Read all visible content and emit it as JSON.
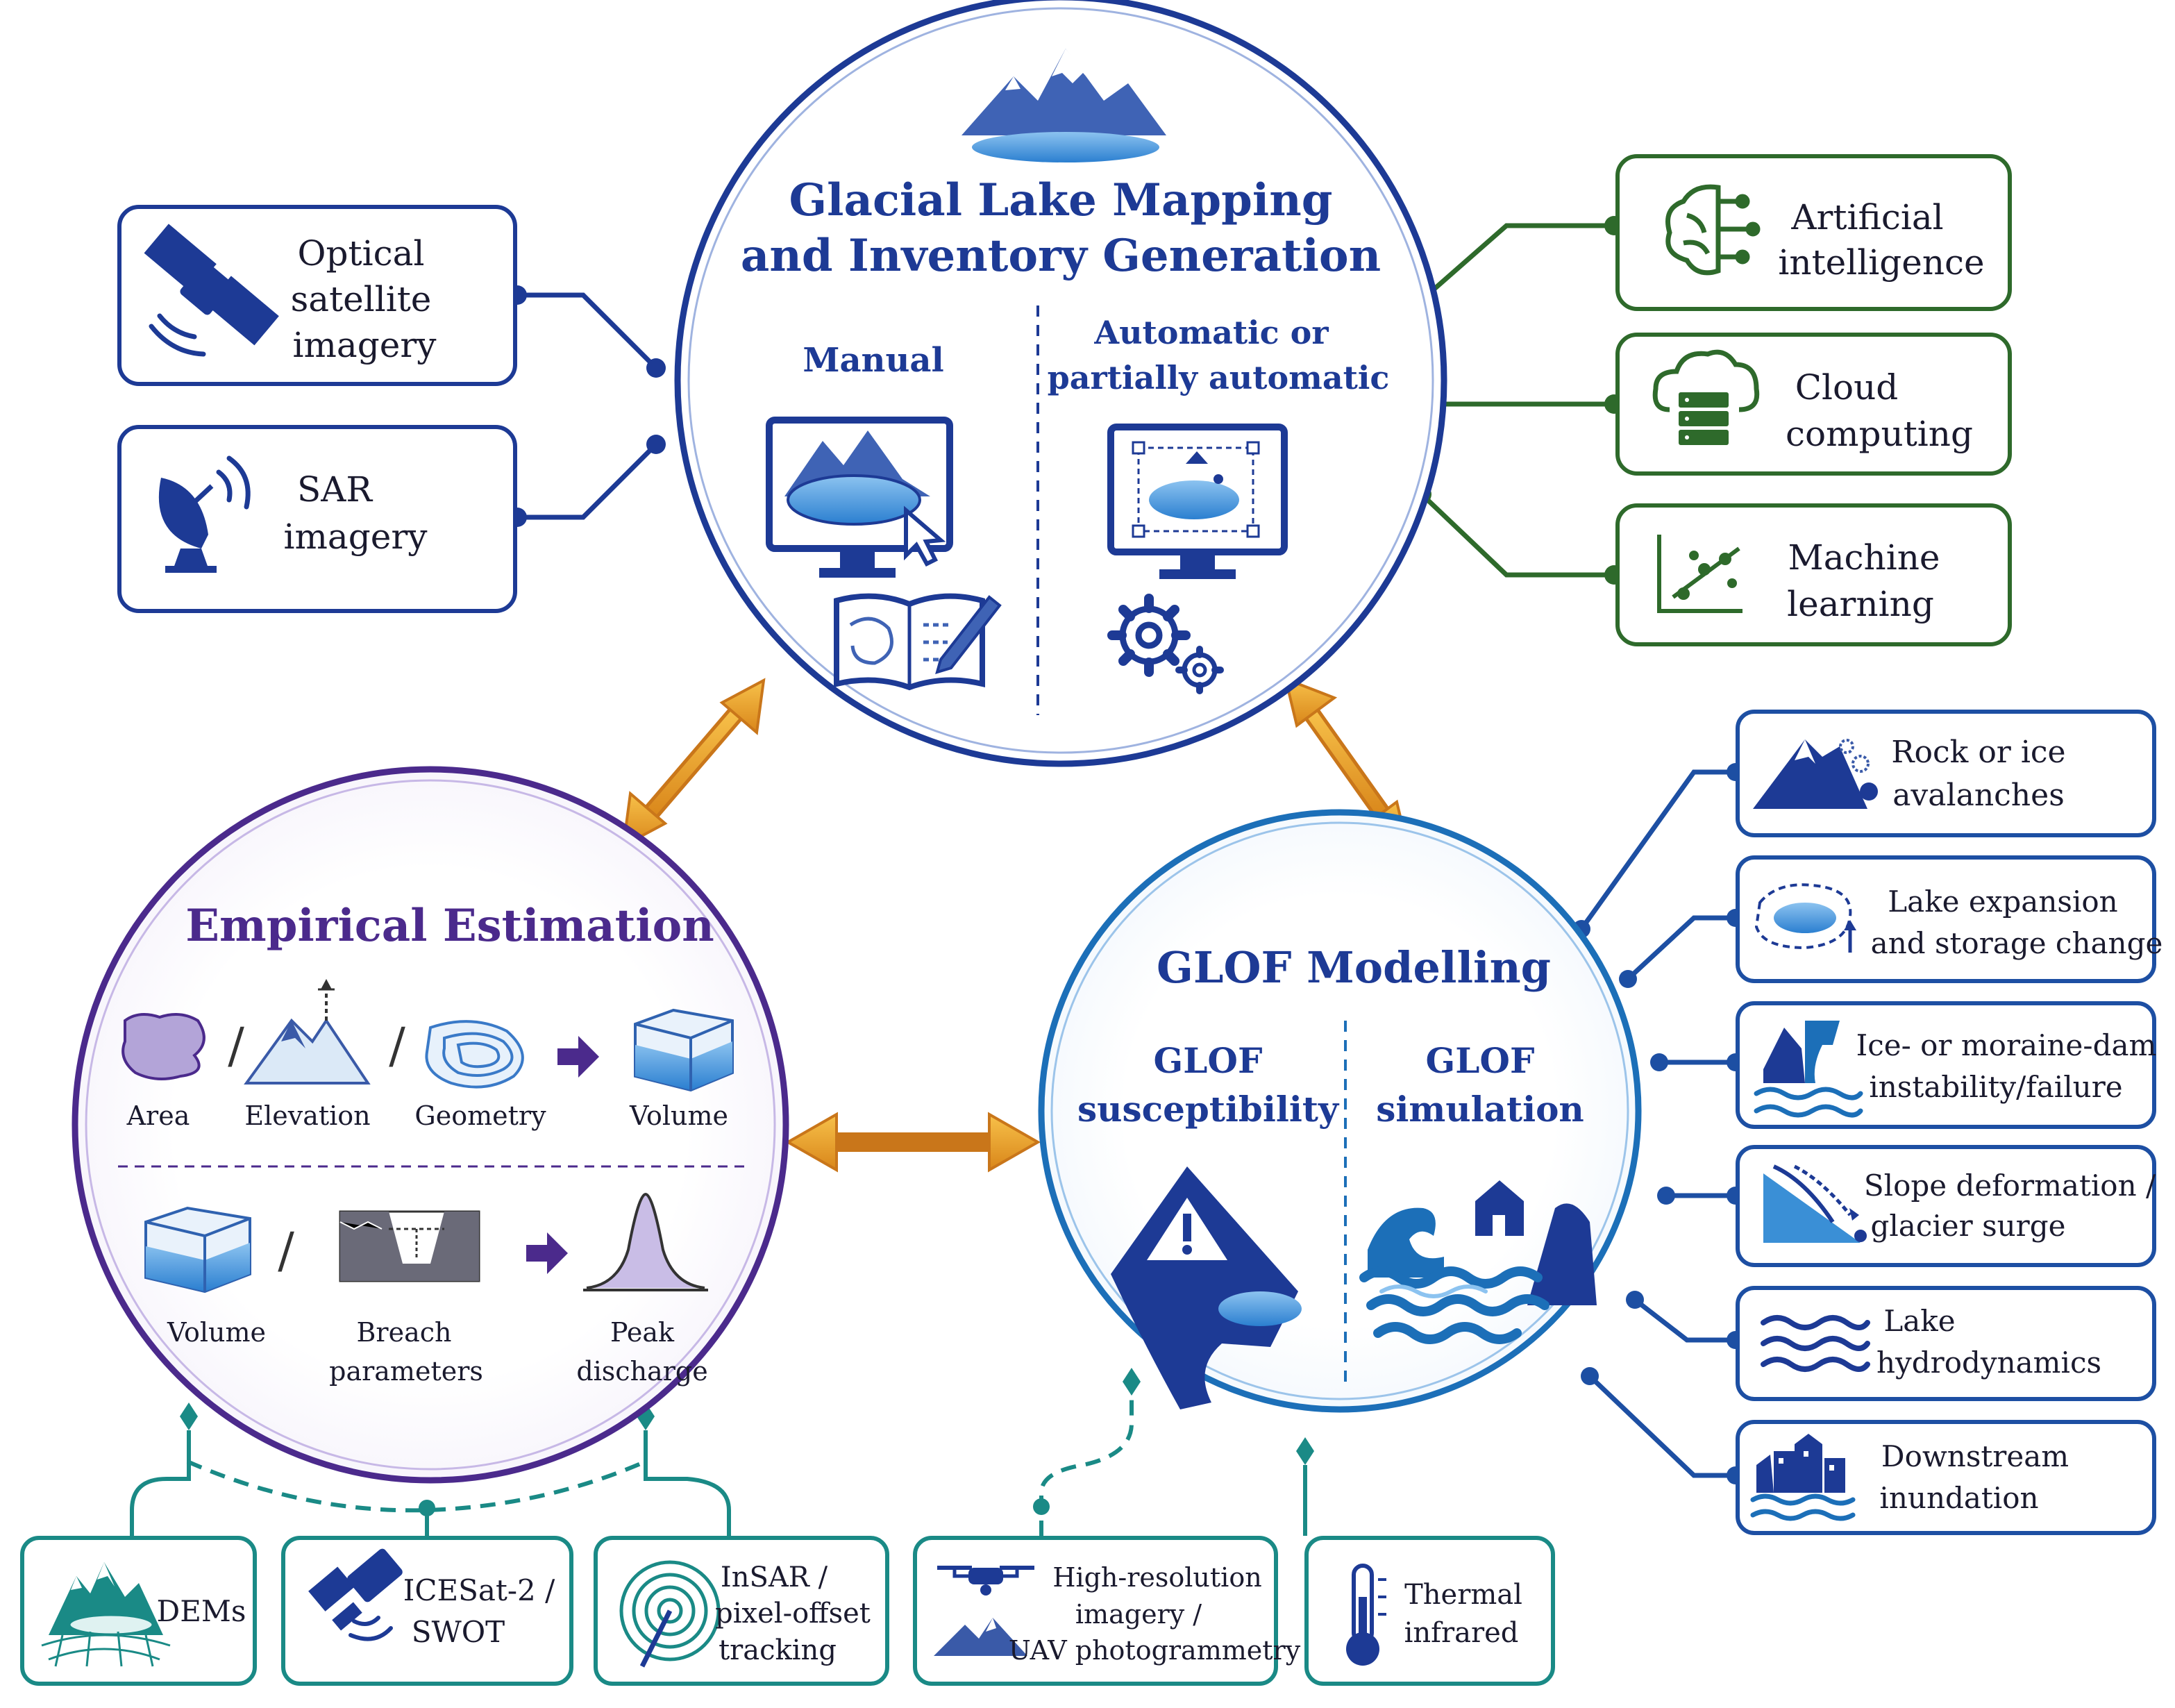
{
  "mapping": {
    "title_line1": "Glacial Lake Mapping",
    "title_line2": "and Inventory Generation",
    "manual_label": "Manual",
    "auto_line1": "Automatic or",
    "auto_line2": "partially automatic"
  },
  "left_inputs": [
    {
      "lines": [
        "Optical",
        "satellite",
        "imagery"
      ],
      "icon": "satellite-icon"
    },
    {
      "lines": [
        "SAR",
        "imagery"
      ],
      "icon": "radar-dish-icon"
    }
  ],
  "right_tools": [
    {
      "lines": [
        "Artificial",
        "intelligence"
      ],
      "icon": "brain-circuit-icon"
    },
    {
      "lines": [
        "Cloud",
        "computing"
      ],
      "icon": "cloud-server-icon"
    },
    {
      "lines": [
        "Machine",
        "learning"
      ],
      "icon": "scatter-plot-icon"
    }
  ],
  "empirical": {
    "title": "Empirical Estimation",
    "row1": [
      "Area",
      "Elevation",
      "Geometry",
      "Volume"
    ],
    "row2_volume": "Volume",
    "row2_breach": [
      "Breach",
      "parameters"
    ],
    "row2_peak": [
      "Peak",
      "discharge"
    ],
    "separator": "/"
  },
  "glof": {
    "title": "GLOF Modelling",
    "susc_line1": "GLOF",
    "susc_line2": "susceptibility",
    "sim_line1": "GLOF",
    "sim_line2": "simulation"
  },
  "hazards": [
    {
      "lines": [
        "Rock or ice",
        "avalanches"
      ],
      "icon": "avalanche-icon"
    },
    {
      "lines": [
        "Lake expansion",
        "and storage change"
      ],
      "icon": "lake-expansion-icon"
    },
    {
      "lines": [
        "Ice- or moraine-dam",
        "instability/failure"
      ],
      "icon": "dam-failure-icon"
    },
    {
      "lines": [
        "Slope deformation /",
        "glacier surge"
      ],
      "icon": "slope-deformation-icon"
    },
    {
      "lines": [
        "Lake",
        "hydrodynamics"
      ],
      "icon": "waves-icon"
    },
    {
      "lines": [
        "Downstream",
        "inundation"
      ],
      "icon": "flooded-town-icon"
    }
  ],
  "data_sources": [
    {
      "lines": [
        "DEMs"
      ],
      "icon": "terrain-mesh-icon"
    },
    {
      "lines": [
        "ICESat-2 /",
        "SWOT"
      ],
      "icon": "satellite-icon"
    },
    {
      "lines": [
        "InSAR /",
        "pixel-offset",
        "tracking"
      ],
      "icon": "radar-target-icon"
    },
    {
      "lines": [
        "High-resolution",
        "imagery /",
        "UAV photogrammetry"
      ],
      "icon": "drone-icon"
    },
    {
      "lines": [
        "Thermal",
        "infrared"
      ],
      "icon": "thermometer-icon"
    }
  ],
  "colors": {
    "navy": "#1d3a95",
    "green": "#2e6a2b",
    "purple": "#4b2a8c",
    "glof_blue": "#1c6fb8",
    "teal": "#1a8a86",
    "orange": "#e49a1c",
    "water": "#3a8fd6"
  }
}
